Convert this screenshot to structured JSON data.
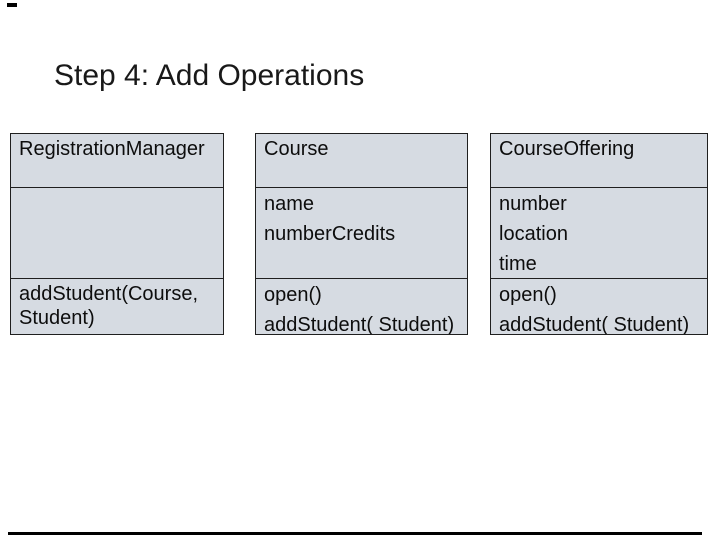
{
  "slide": {
    "title": "Step 4: Add Operations"
  },
  "colors": {
    "background": "#ffffff",
    "box_fill": "#d6dbe2",
    "box_border": "#1f1f1f",
    "text": "#0d0d0d",
    "title_text": "#191919",
    "edge_artifact": "#000000"
  },
  "classes": [
    {
      "name": "RegistrationManager",
      "attributes": [],
      "operations": [
        "addStudent(Course, Student)"
      ]
    },
    {
      "name": "Course",
      "attributes": [
        "name",
        "numberCredits"
      ],
      "operations": [
        "open()",
        "addStudent( Student)"
      ]
    },
    {
      "name": "CourseOffering",
      "attributes": [
        "number",
        "location",
        "time"
      ],
      "operations": [
        "open()",
        "addStudent( Student)"
      ]
    }
  ]
}
